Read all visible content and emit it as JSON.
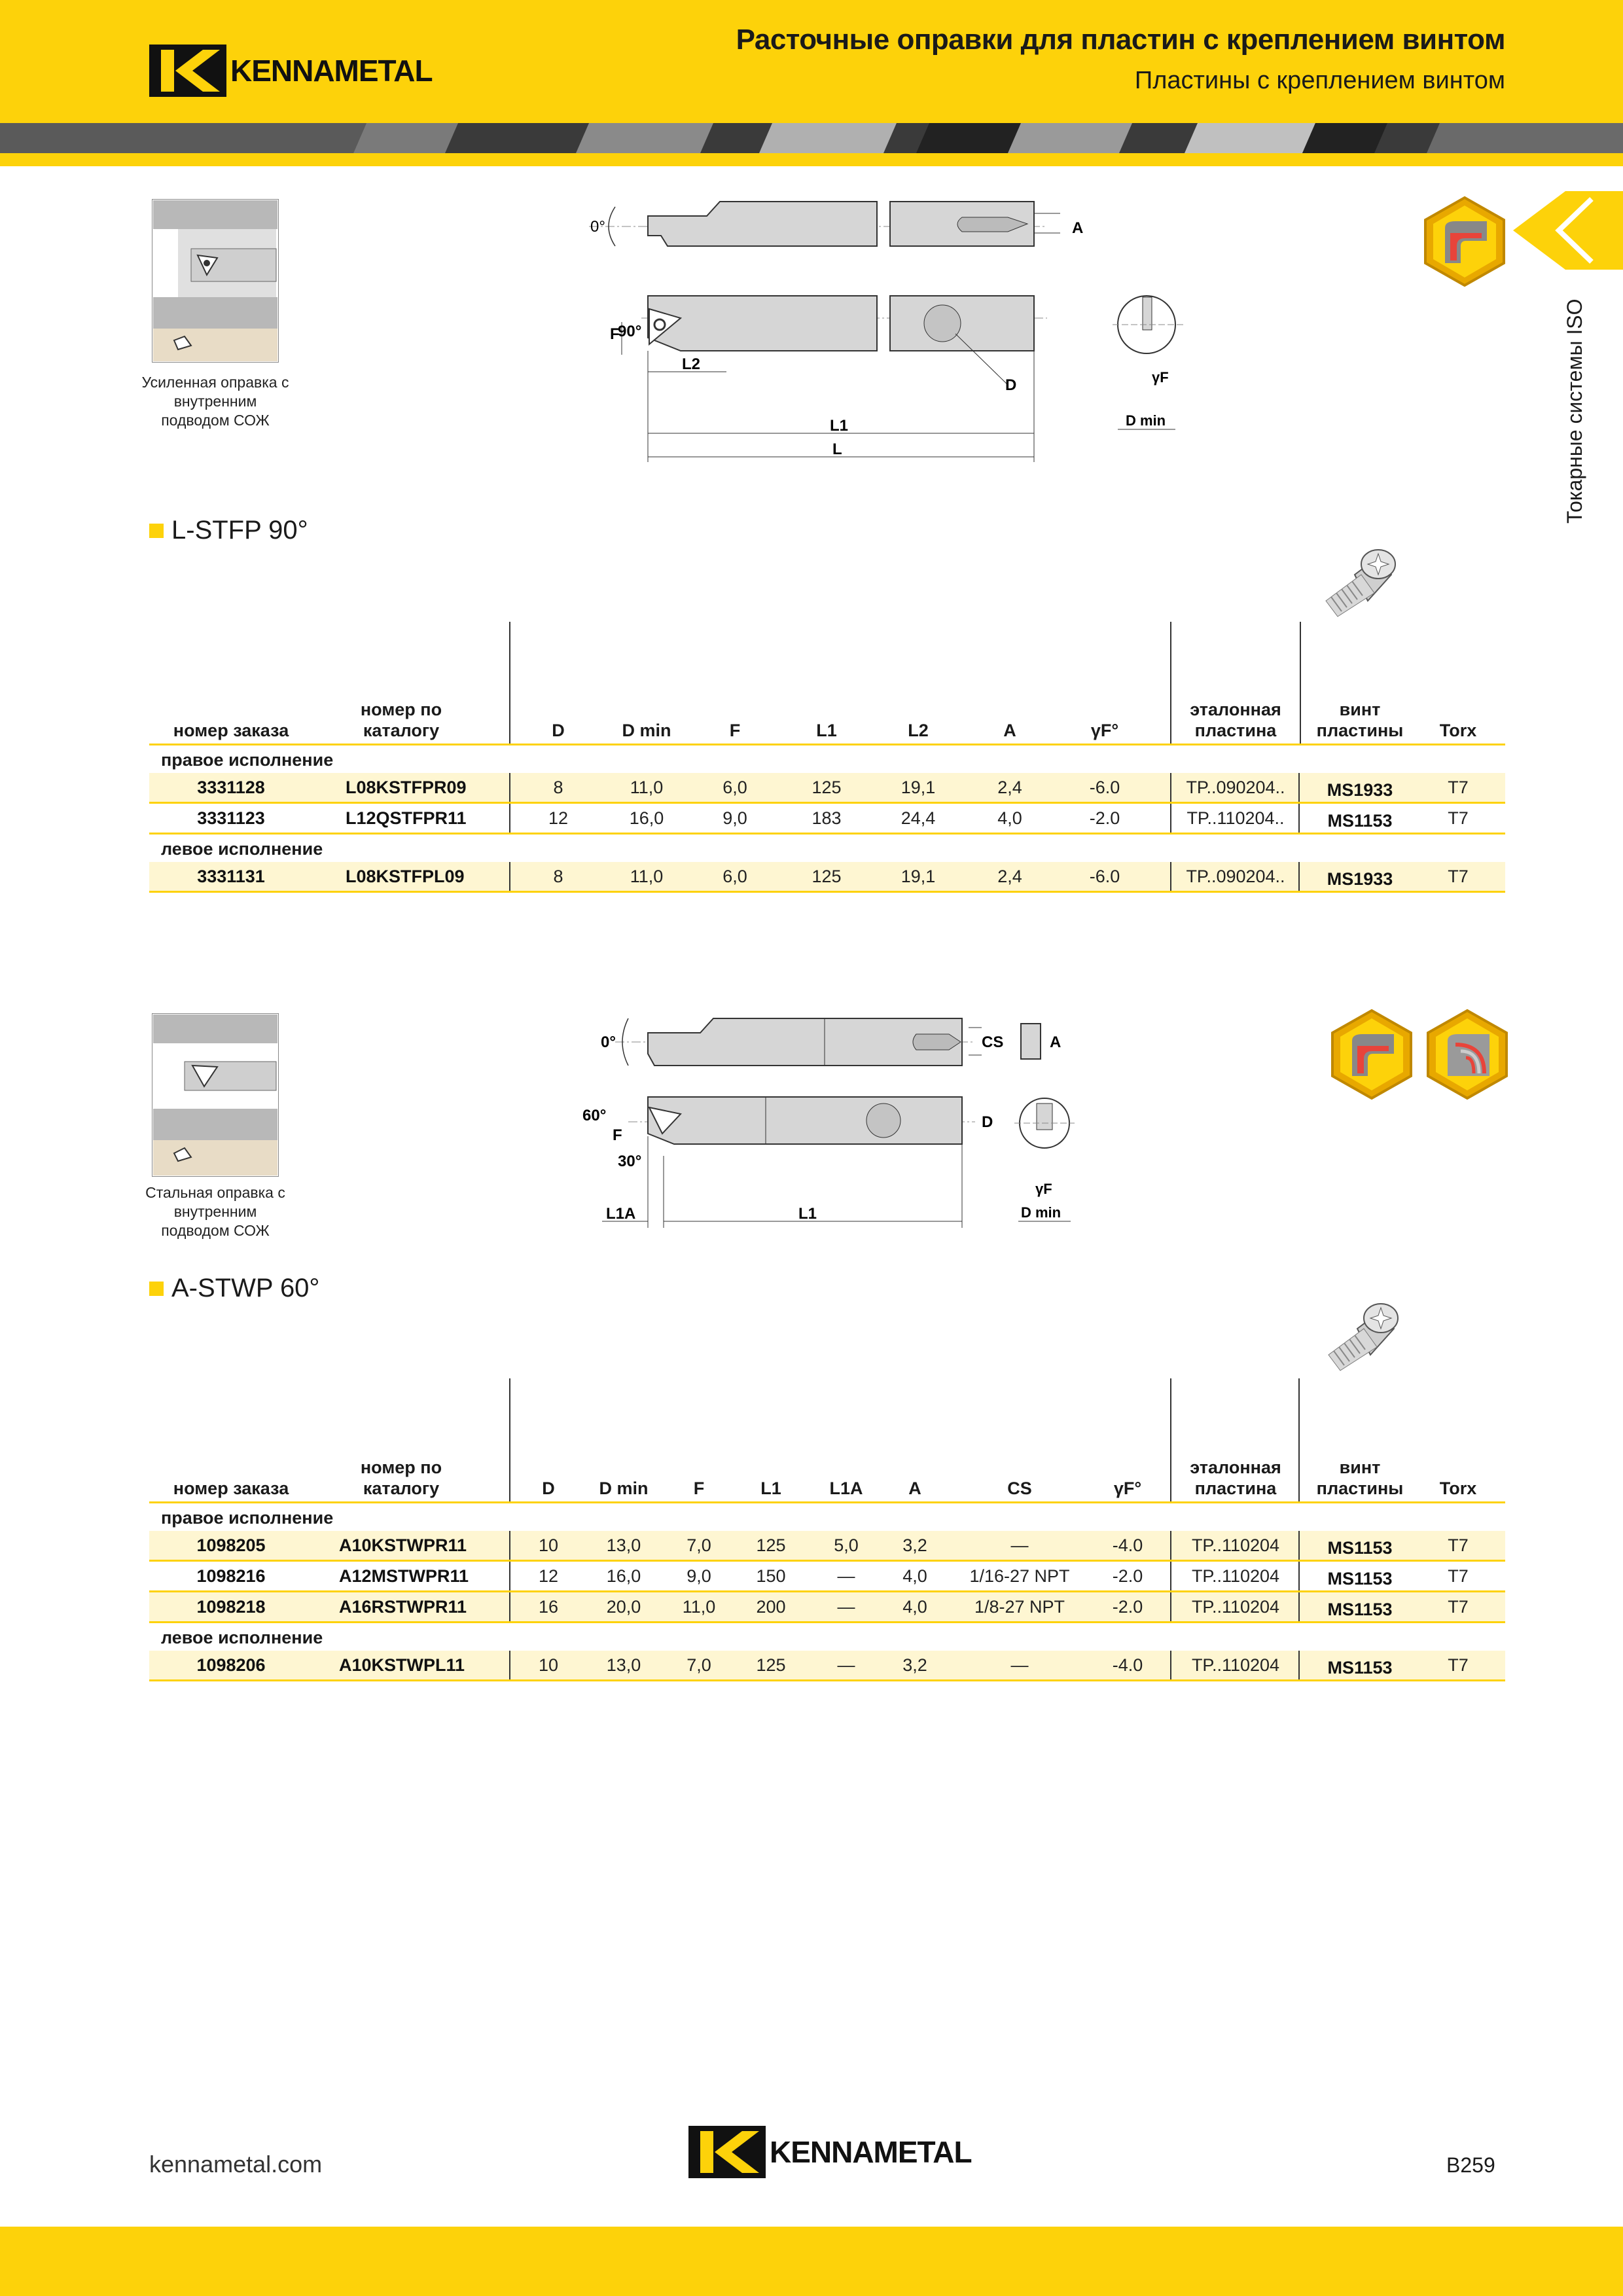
{
  "header": {
    "title": "Расточные оправки для пластин с креплением винтом",
    "subtitle": "Пластины с креплением винтом",
    "logo_text": "KENNAMETAL",
    "colors": {
      "brand_yellow": "#FDD20A",
      "row_shade": "#FEF6D2",
      "dark": "#1a1a1a"
    }
  },
  "side_label": "Токарные системы ISO",
  "section1": {
    "title": "L-STFP 90°",
    "caption": "Усиленная оправка с внутренним подводом СОЖ",
    "drawing_labels": {
      "angle0": "0°",
      "dimA": "A",
      "dimF": "F",
      "angle90": "90°",
      "dimL2": "L2",
      "dimD": "D",
      "dimL1": "L1",
      "dimL": "L",
      "gammaF": "γF",
      "dmin": "D min"
    },
    "icons": [
      "boring-operation-icon"
    ],
    "columns": [
      "номер заказа",
      "номер по каталогу",
      "D",
      "D min",
      "F",
      "L1",
      "L2",
      "A",
      "γF°",
      "эталонная пластина",
      "винт пластины",
      "Torx"
    ],
    "groups": [
      {
        "label": "правое исполнение",
        "rows": [
          [
            "3331128",
            "L08KSTFPR09",
            "8",
            "11,0",
            "6,0",
            "125",
            "19,1",
            "2,4",
            "-6.0",
            "TP..090204..",
            "MS1933",
            "T7"
          ],
          [
            "3331123",
            "L12QSTFPR11",
            "12",
            "16,0",
            "9,0",
            "183",
            "24,4",
            "4,0",
            "-2.0",
            "TP..110204..",
            "MS1153",
            "T7"
          ]
        ]
      },
      {
        "label": "левое исполнение",
        "rows": [
          [
            "3331131",
            "L08KSTFPL09",
            "8",
            "11,0",
            "6,0",
            "125",
            "19,1",
            "2,4",
            "-6.0",
            "TP..090204..",
            "MS1933",
            "T7"
          ]
        ]
      }
    ]
  },
  "section2": {
    "title": "A-STWP 60°",
    "caption": "Стальная оправка с внутренним подводом СОЖ",
    "drawing_labels": {
      "angle0": "0°",
      "dimCS": "CS",
      "dimA": "A",
      "angle60": "60°",
      "dimF": "F",
      "angle30": "30°",
      "dimD": "D",
      "dimL1A": "L1A",
      "dimL1": "L1",
      "gammaF": "γF",
      "dmin": "D min"
    },
    "icons": [
      "boring-operation-icon",
      "threading-operation-icon"
    ],
    "columns": [
      "номер заказа",
      "номер по каталогу",
      "D",
      "D min",
      "F",
      "L1",
      "L1A",
      "A",
      "CS",
      "γF°",
      "эталонная пластина",
      "винт пластины",
      "Torx"
    ],
    "groups": [
      {
        "label": "правое исполнение",
        "rows": [
          [
            "1098205",
            "A10KSTWPR11",
            "10",
            "13,0",
            "7,0",
            "125",
            "5,0",
            "3,2",
            "—",
            "-4.0",
            "TP..110204",
            "MS1153",
            "T7"
          ],
          [
            "1098216",
            "A12MSTWPR11",
            "12",
            "16,0",
            "9,0",
            "150",
            "—",
            "4,0",
            "1/16-27 NPT",
            "-2.0",
            "TP..110204",
            "MS1153",
            "T7"
          ],
          [
            "1098218",
            "A16RSTWPR11",
            "16",
            "20,0",
            "11,0",
            "200",
            "—",
            "4,0",
            "1/8-27 NPT",
            "-2.0",
            "TP..110204",
            "MS1153",
            "T7"
          ]
        ]
      },
      {
        "label": "левое исполнение",
        "rows": [
          [
            "1098206",
            "A10KSTWPL11",
            "10",
            "13,0",
            "7,0",
            "125",
            "—",
            "3,2",
            "—",
            "-4.0",
            "TP..110204",
            "MS1153",
            "T7"
          ]
        ]
      }
    ]
  },
  "footer": {
    "url": "kennametal.com",
    "page": "B259",
    "logo_text": "KENNAMETAL"
  }
}
